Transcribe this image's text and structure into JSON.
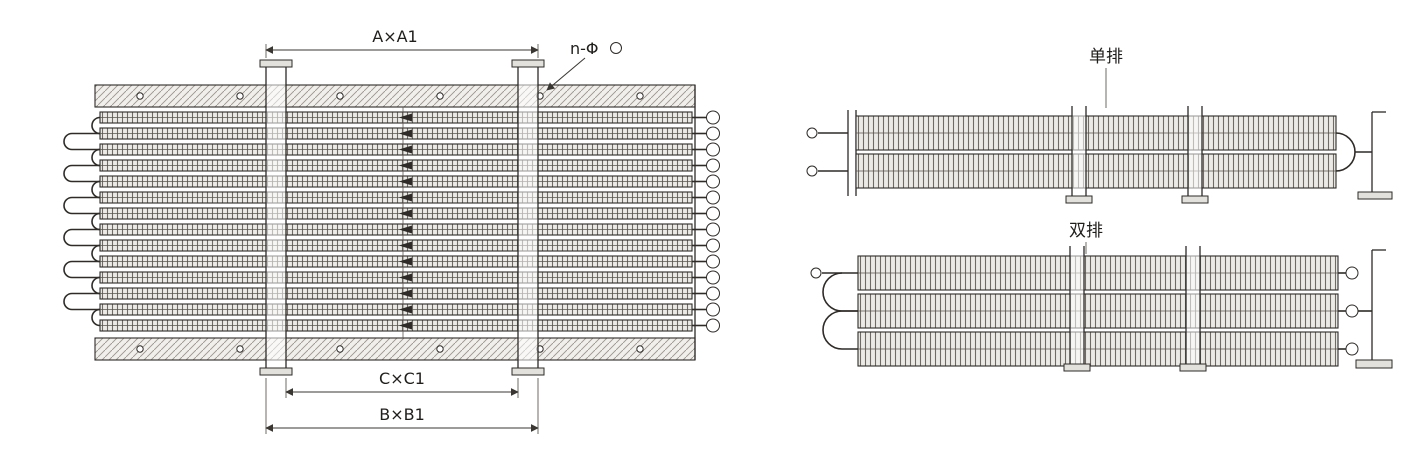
{
  "drawing": {
    "labels": {
      "dim_a": "A×A1",
      "holes": "n-Φ",
      "dim_c": "C×C1",
      "dim_b": "B×B1",
      "single_row": "单排",
      "double_row": "双排"
    },
    "colors": {
      "ink": "#2e2b28",
      "paper": "#ffffff"
    }
  }
}
